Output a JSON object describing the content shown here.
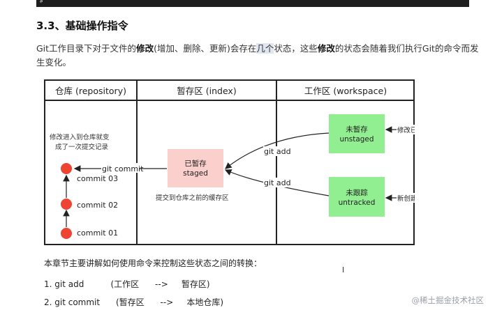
{
  "terminal_prompt": "$",
  "section_title": "3.3、基础操作指令",
  "intro": {
    "p1": "Git工作目录下对于文件的",
    "bold1": "修改",
    "p2": "(增加、删除、更新)会存在",
    "hl": "几个",
    "p3": "状态，这些",
    "bold2": "修改",
    "p4": "的状态会随着我们执行Git的命令而发生变化。"
  },
  "diagram": {
    "headers": {
      "repository": "仓库 (repository)",
      "index": "暂存区 (index)",
      "workspace": "工作区 (workspace)"
    },
    "repo_note_1": "修改进入到仓库就变",
    "repo_note_2": "成了一次提交记录",
    "commits": [
      "commit  03",
      "commit  02",
      "commit  01"
    ],
    "git_commit_label": "git commit",
    "staged_line1": "已暂存",
    "staged_line2": "staged",
    "staged_caption": "提交到仓库之前的缓存区",
    "git_add_1": "git add",
    "git_add_2": "git add",
    "unstaged_line1": "未暂存",
    "unstaged_line2": "unstaged",
    "untracked_line1": "未跟踪",
    "untracked_line2": "untracked",
    "modify_existing": "修改已有文件",
    "new_file": "新创建一个文件",
    "colors": {
      "commit_dot": "#ee4433",
      "staged_fill": "#fbcfcb",
      "working_fill": "#91ee91"
    }
  },
  "summary": "本章节主要讲解如何使用命令来控制这些状态之间的转换：",
  "commands": [
    "1. git add          (工作区      -->     暂存区)",
    "2. git commit      (暂存区      -->     本地仓库)"
  ],
  "watermark": "@稀土掘金技术社区",
  "cursor_glyph": "I"
}
